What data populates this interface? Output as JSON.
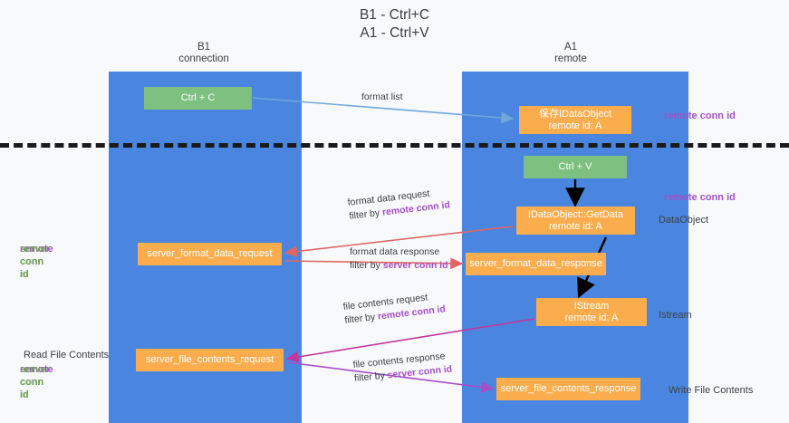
{
  "title": {
    "line1": "B1 - Ctrl+C",
    "line2": "A1 - Ctrl+V"
  },
  "lanes": [
    {
      "id": "b1",
      "name": "B1",
      "subtitle": "connection",
      "color": "#4a86df"
    },
    {
      "id": "a1",
      "name": "A1",
      "subtitle": "remote",
      "color": "#4a86df"
    }
  ],
  "colors": {
    "lane": "#4a86df",
    "green_node": "#7dc07f",
    "orange_node": "#fbad4e",
    "remote_conn_id": "#a64ec9",
    "server_conn_id": "#6aa84f",
    "arrow_light_blue": "#6fa8dc",
    "arrow_red": "#e06666",
    "arrow_magenta": "#c2389e",
    "arrow_purple": "#a64ec9",
    "arrow_black": "#000000",
    "divider": "#1a1a1a",
    "background": "#f8f9fa",
    "text": "#3c4043"
  },
  "nodes": {
    "ctrl_c": {
      "label": "Ctrl + C",
      "style": "green"
    },
    "dataobject_top": {
      "label": "保存IDataObject",
      "sublabel": "remote id: A",
      "style": "orange"
    },
    "ctrl_v": {
      "label": "Ctrl + V",
      "style": "green"
    },
    "getdata": {
      "label": "IDataObject::GetData",
      "sublabel": "remote id: A",
      "style": "orange"
    },
    "server_format_data_request": {
      "label": "server_format_data_request",
      "style": "orange"
    },
    "server_format_data_response": {
      "label": "server_format_data_response",
      "style": "orange"
    },
    "istream": {
      "label": "IStream",
      "sublabel": "remote id: A",
      "style": "orange"
    },
    "server_file_contents_request": {
      "label": "server_file_contents_request",
      "style": "orange"
    },
    "server_file_contents_response": {
      "label": "server_file_contents_response",
      "style": "orange"
    }
  },
  "edge_labels": {
    "format_list": "format list",
    "format_data_request": "format data request",
    "format_data_request_filter_prefix": "filter by ",
    "format_data_request_filter_key": "remote conn id",
    "format_data_response": "format data response",
    "format_data_response_filter_prefix": "filter by ",
    "format_data_response_filter_key": "server conn id",
    "file_contents_request": "file contents request",
    "file_contents_request_filter_prefix": "filter by ",
    "file_contents_request_filter_key": "remote conn id",
    "file_contents_response": "file contents response",
    "file_contents_response_filter_prefix": "filter by ",
    "file_contents_response_filter_key": "server conn id"
  },
  "side_labels": {
    "dataobject": "DataObject",
    "istream": "Istream",
    "write_file_contents": "Write File Contents",
    "read_file_contents": "Read File Contents"
  },
  "conn_labels": {
    "remote_conn_id": "remote conn id",
    "server_conn_id": "server conn id"
  }
}
